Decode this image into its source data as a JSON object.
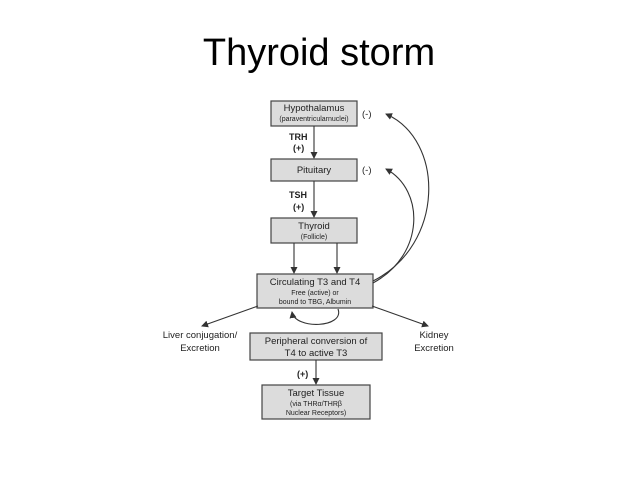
{
  "title": "Thyroid storm",
  "diagram": {
    "hypothalamus": {
      "title": "Hypothalamus",
      "subtitle": "(paraventricularnuclei)",
      "feedback": "(-)"
    },
    "trh": {
      "label": "TRH",
      "effect": "(+)"
    },
    "pituitary": {
      "title": "Pituitary",
      "feedback": "(-)"
    },
    "tsh": {
      "label": "TSH",
      "effect": "(+)"
    },
    "thyroid": {
      "title": "Thyroid",
      "subtitle": "(Follicle)"
    },
    "circulating": {
      "line1": "Circulating T3 and T4",
      "line2": "Free (active) or",
      "line3": "bound to TBG, Albumin"
    },
    "liver": {
      "line1": "Liver conjugation/",
      "line2": "Excretion"
    },
    "kidney": {
      "line1": "Kidney",
      "line2": "Excretion"
    },
    "peripheral": {
      "line1": "Peripheral conversion of",
      "line2": "T4 to active T3"
    },
    "target_effect": "(+)",
    "target": {
      "line1": "Target Tissue",
      "line2": "(via THRα/THRβ",
      "line3": "Nuclear Receptors)"
    }
  }
}
